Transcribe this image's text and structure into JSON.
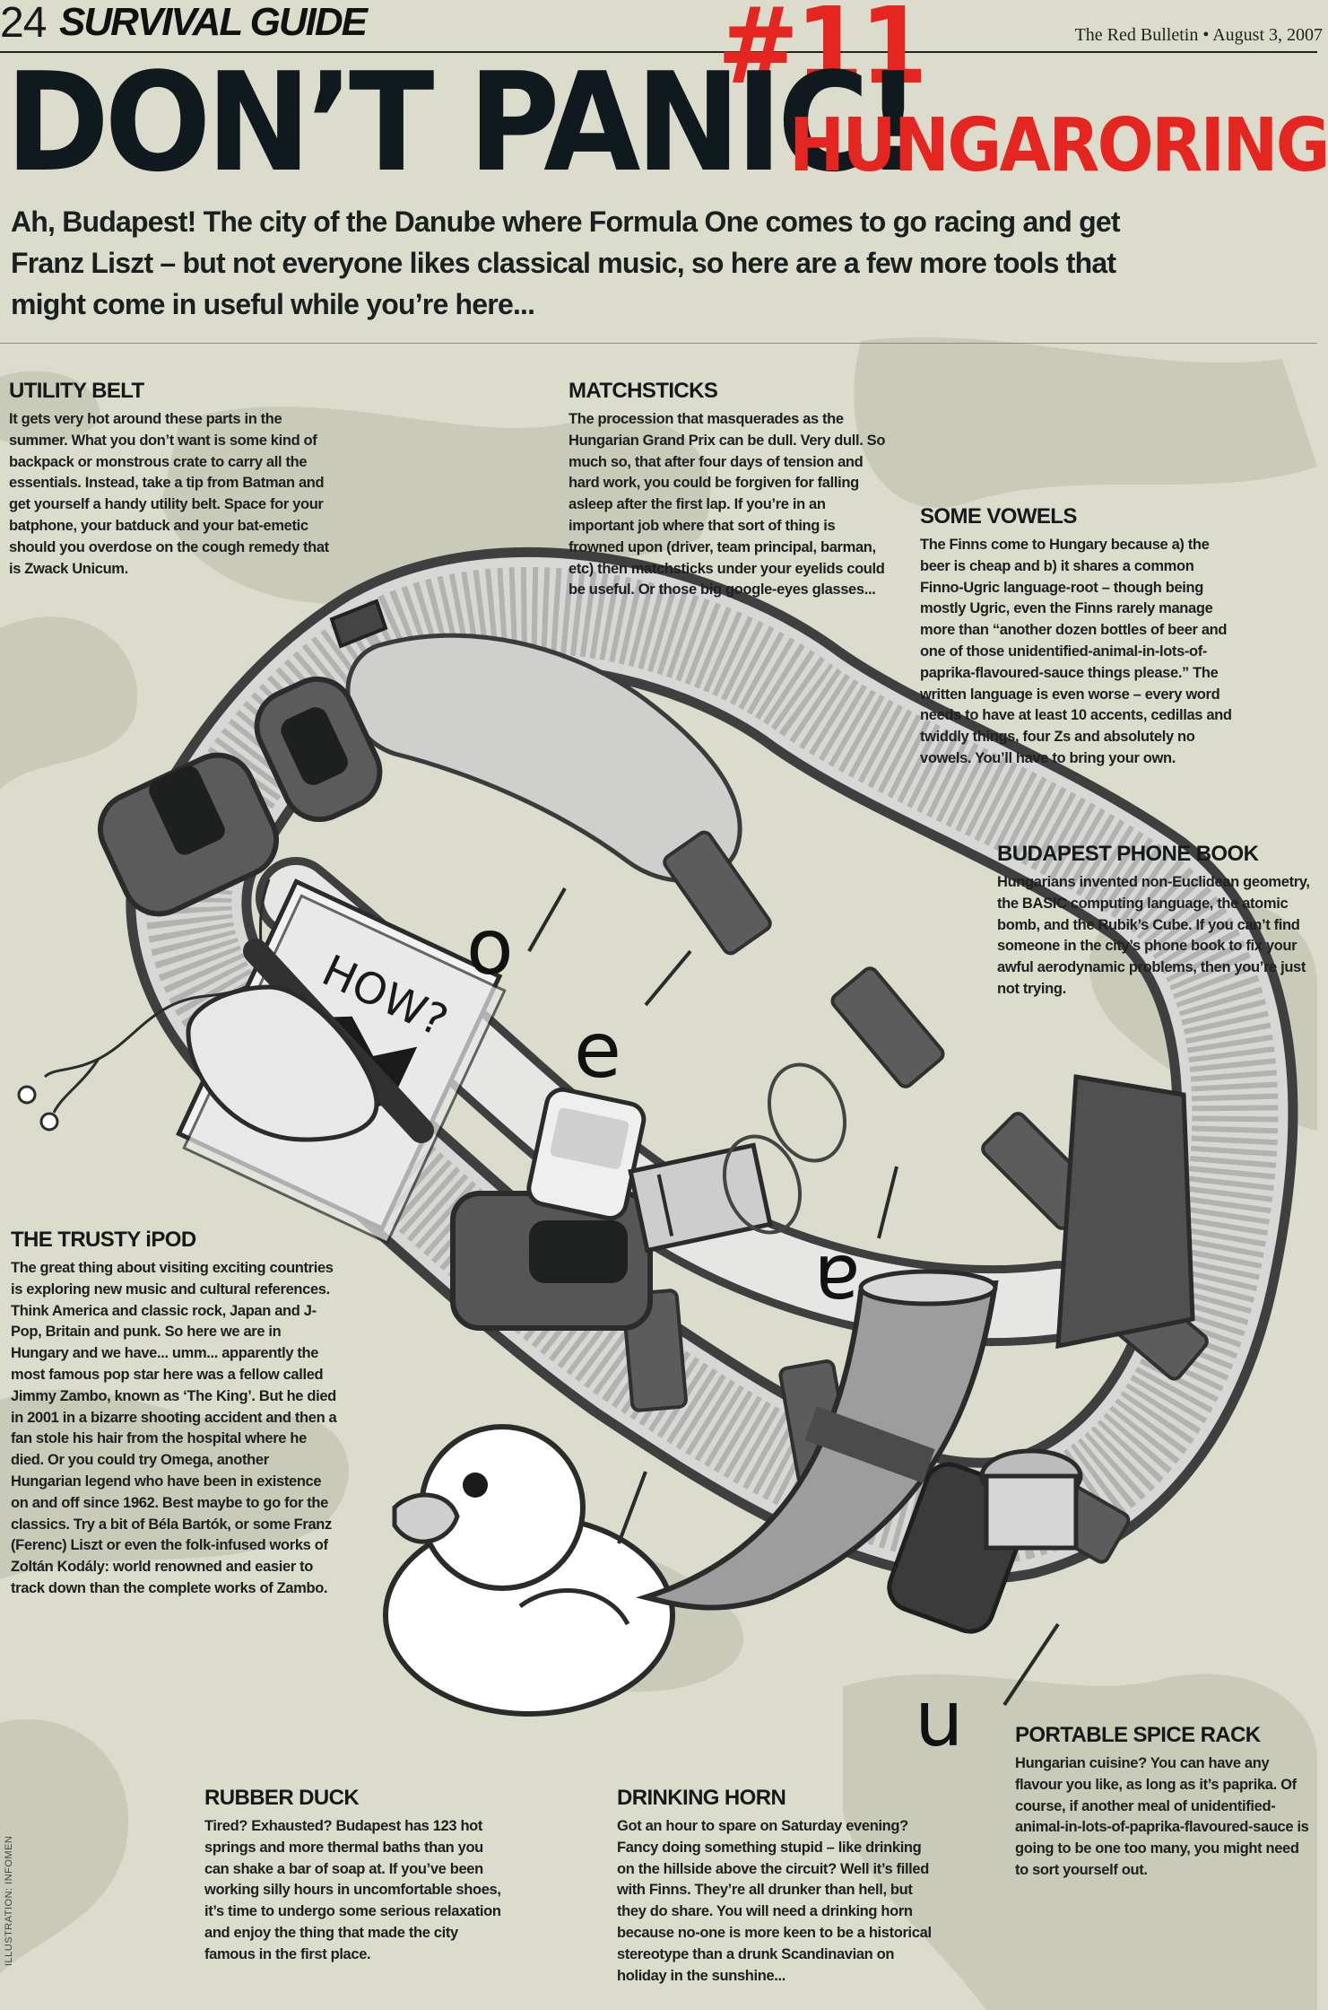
{
  "header": {
    "page_number": "24",
    "section_label": "SURVIVAL GUIDE",
    "publication": "The Red Bulletin • August 3, 2007"
  },
  "headline": "DON’T PANIC!",
  "issue_number": "#11",
  "venue": "HUNGARORING",
  "intro": "Ah, Budapest! The city of the Danube where Formula One comes to go racing and get Franz Liszt – but not everyone likes classical music, so here are a few more tools that might come in useful while you’re here...",
  "sections": {
    "utility_belt": {
      "title": "UTILITY BELT",
      "body": "It gets very hot around these parts in the summer. What you don’t want is some kind of backpack or monstrous crate to carry all the essentials. Instead, take a tip from Batman and get yourself a handy utility belt. Space for your batphone, your batduck and your bat-emetic should you overdose on the cough remedy that is Zwack Unicum."
    },
    "matchsticks": {
      "title": "MATCHSTICKS",
      "body": "The procession that masquerades as the Hungarian Grand Prix can be dull. Very dull. So much so, that after four days of tension and hard work, you could be forgiven for falling asleep after the first lap. If you’re in an important job where that sort of thing is frowned upon (driver, team principal, barman, etc) then matchsticks under your eyelids could be useful. Or those big google-eyes glasses..."
    },
    "some_vowels": {
      "title": "SOME VOWELS",
      "body": "The Finns come to Hungary because a) the beer is cheap and b) it shares a common Finno-Ugric language-root – though being mostly Ugric, even the Finns rarely manage more than “another dozen bottles of beer and one of those unidentified-animal-in-lots-of-paprika-flavoured-sauce things please.” The written language is even worse – every word needs to have at least 10 accents, cedillas and twiddly things, four Zs and absolutely no vowels. You’ll have to bring your own."
    },
    "phone_book": {
      "title": "BUDAPEST PHONE BOOK",
      "body": "Hungarians invented non-Euclidean geometry, the BASIC computing language, the atomic bomb, and the Rubik’s Cube. If you can’t find someone in the city’s phone book to fix your awful aerodynamic problems, then you’re just not trying."
    },
    "ipod": {
      "title": "THE TRUSTY iPOD",
      "body": "The great thing about visiting exciting countries is exploring new music and cultural references. Think America and classic rock, Japan and J-Pop, Britain and punk. So here we are in Hungary and we have... umm... apparently the most famous pop star here was a fellow called Jimmy Zambo, known as ‘The King’. But he died in 2001 in a bizarre shooting accident and then a fan stole his hair from the hospital where he died. Or you could try Omega, another Hungarian legend who have been in existence on and off since 1962. Best maybe to go for the classics. Try a bit of Béla Bartók, or some Franz (Ferenc) Liszt or even the folk-infused works of Zoltán Kodály: world renowned and easier to track down than the complete works of Zambo."
    },
    "spice_rack": {
      "title": "PORTABLE SPICE RACK",
      "body": "Hungarian cuisine? You can have any flavour you like, as long as it’s paprika. Of course, if another meal of unidentified-animal-in-lots-of-paprika-flavoured-sauce is going to be one too many, you might need to sort yourself out."
    },
    "rubber_duck": {
      "title": "RUBBER DUCK",
      "body": "Tired? Exhausted? Budapest has 123 hot springs and more thermal baths than you can shake a bar of soap at. If you’ve been working silly hours in uncomfortable shoes, it’s time to undergo some serious relaxation and enjoy the thing that made the city famous in the first place."
    },
    "drinking_horn": {
      "title": "DRINKING HORN",
      "body": "Got an hour to spare on Saturday evening? Fancy doing something stupid – like drinking on the hillside above the circuit? Well it’s filled with Finns. They’re all drunker than hell, but they do share. You will need a drinking horn because no-one is more keen to be a historical stereotype than a drunk Scandinavian on holiday in the sunshine..."
    }
  },
  "illustration": {
    "book_label": "HOW?",
    "vowels": [
      "o",
      "e",
      "a",
      "u"
    ]
  },
  "credit": "ILLUSTRATION: INFOMEN",
  "colors": {
    "accent_red": "#e52520",
    "ink": "#101a1e",
    "background": "#dcdccc",
    "camouflage": "#c8c9b6"
  }
}
